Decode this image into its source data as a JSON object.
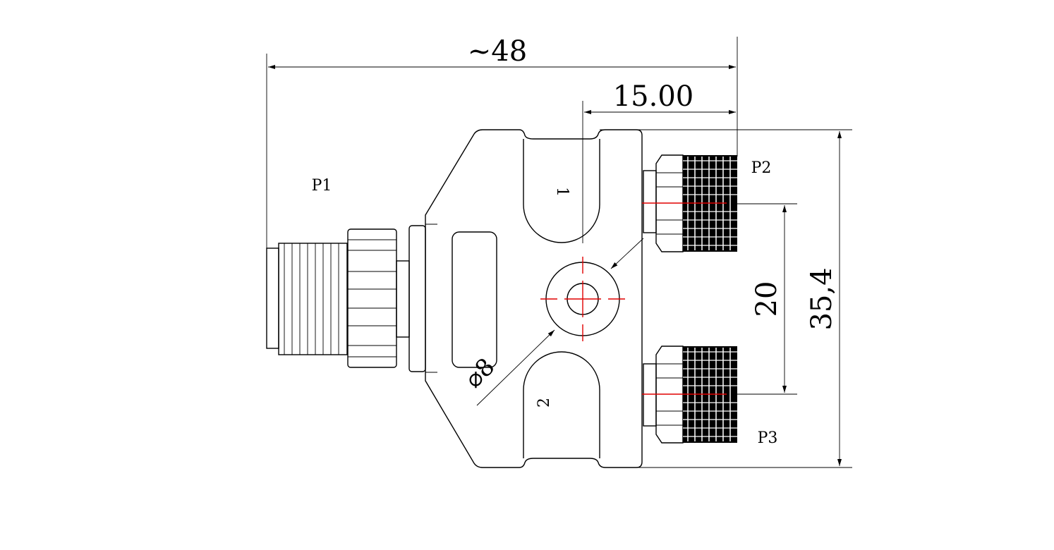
{
  "dimensions": {
    "overall_width": "~48",
    "offset_width": "15.00",
    "port_spacing": "20",
    "overall_height": "35,4",
    "hole_diameter": "⌀8"
  },
  "labels": {
    "p1": "P1",
    "p2": "P2",
    "p3": "P3",
    "slot1": "1",
    "slot2": "2"
  },
  "colors": {
    "line": "#000000",
    "centerline": "#e00000"
  }
}
